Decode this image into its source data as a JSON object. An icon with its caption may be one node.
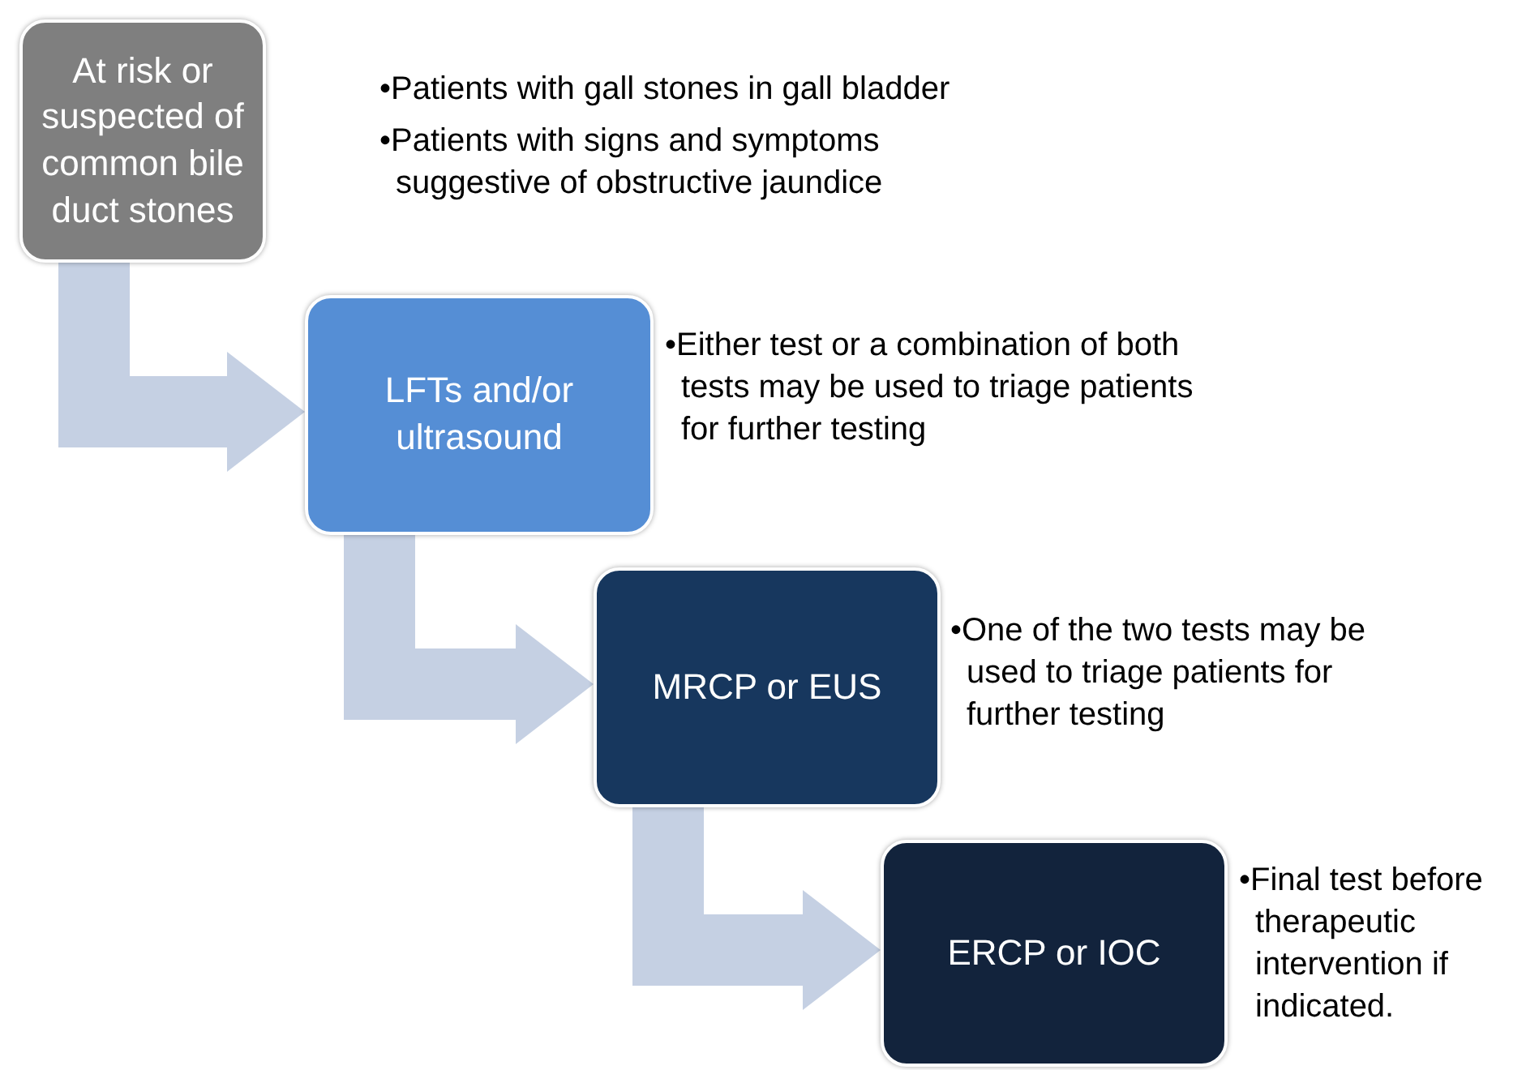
{
  "diagram": {
    "nodes": [
      {
        "text": [
          "At risk or suspected of common bile duct stones"
        ],
        "beside": [
          "•Patients with gall stones in gall bladder",
          "•Patients with signs and symptoms suggestive of obstructive jaundice"
        ]
      },
      {
        "text": [
          "LFTs and/or ultrasound"
        ],
        "beside": [
          "•Either test or a combination of both tests may be used to triage patients for further testing"
        ]
      },
      {
        "text": [
          "MRCP or EUS"
        ],
        "beside": [
          "•One of the two tests may be used to triage patients for further testing"
        ]
      },
      {
        "text": [
          "ERCP or IOC"
        ],
        "beside": [
          "•Final test before therapeutic intervention if indicated."
        ]
      }
    ],
    "edges": [
      {
        "from": 0,
        "to": 1,
        "arrow": "to"
      },
      {
        "from": 1,
        "to": 2,
        "arrow": "to"
      },
      {
        "from": 2,
        "to": 3,
        "arrow": "to"
      }
    ]
  }
}
